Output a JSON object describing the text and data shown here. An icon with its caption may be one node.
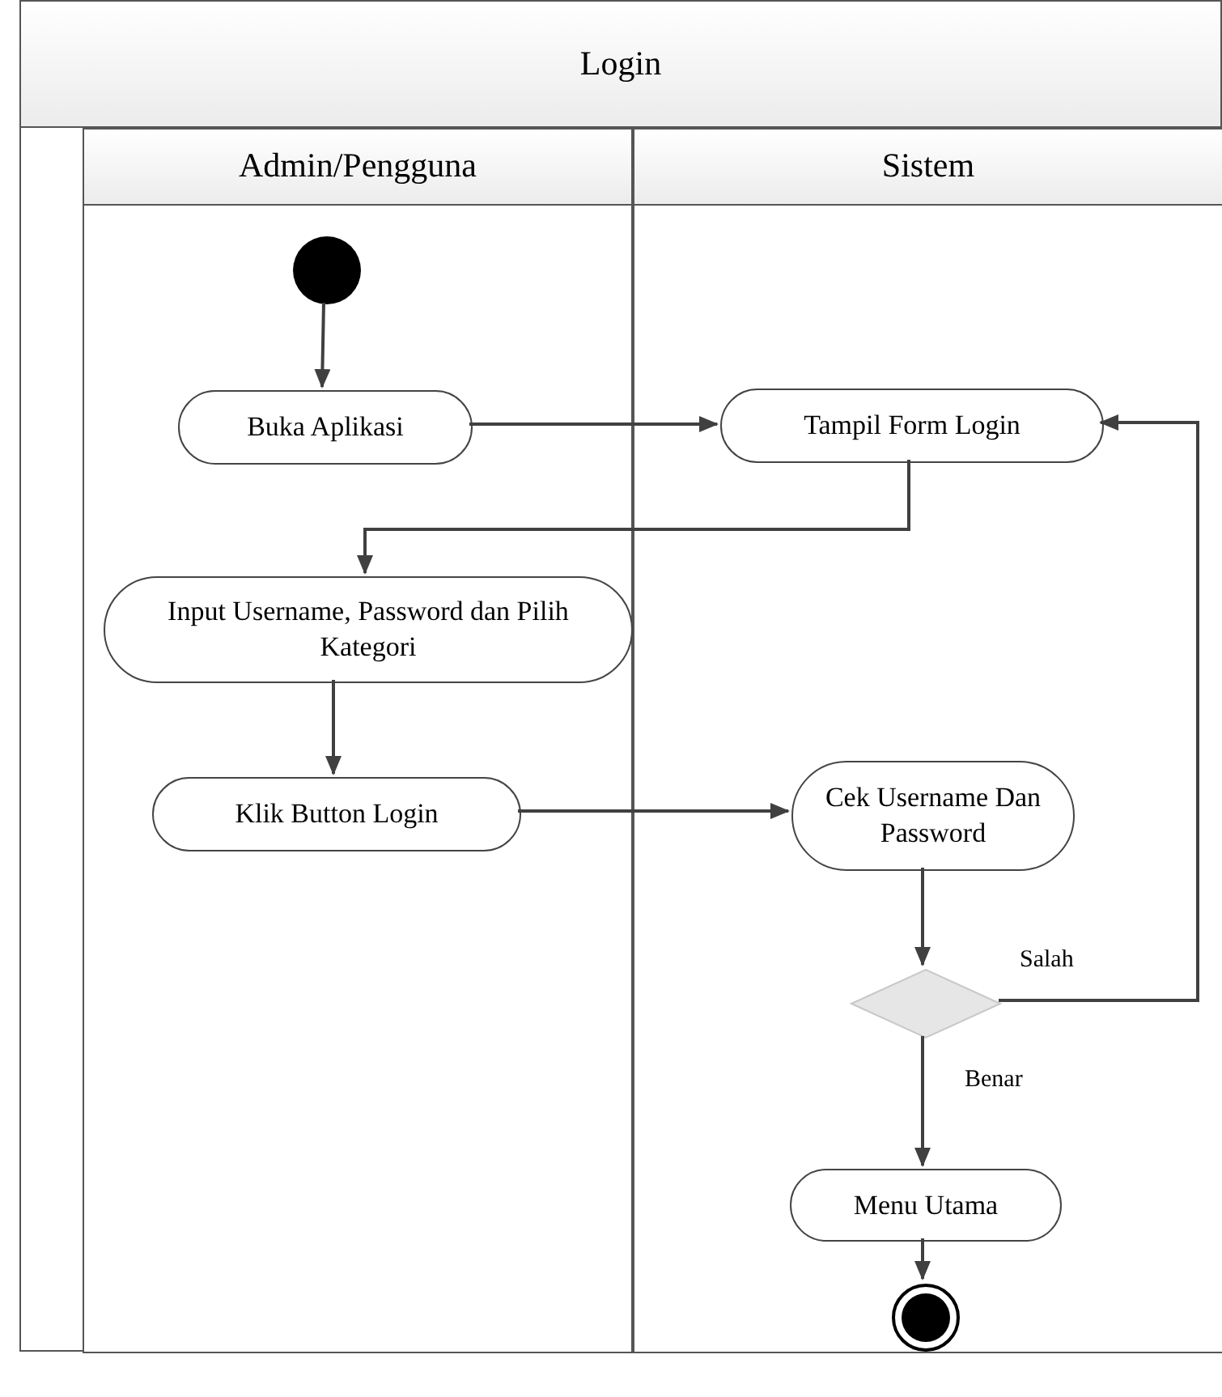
{
  "diagram": {
    "nodes": [
      {
        "text": [
          "Login"
        ]
      },
      {
        "text": [
          "Admin/Pengguna"
        ],
        "in": 0
      },
      {
        "text": [
          "Sistem"
        ],
        "in": 0
      },
      {
        "text": [],
        "shape": "circle",
        "in": 1
      },
      {
        "text": [
          "Buka Aplikasi"
        ],
        "in": 1
      },
      {
        "text": [
          "Tampil Form Login"
        ],
        "in": 2
      },
      {
        "text": [
          "Input Username, Password dan Pilih Kategori"
        ],
        "in": 1
      },
      {
        "text": [
          "Klik Button Login"
        ],
        "in": 1
      },
      {
        "text": [
          "Cek Username Dan Password"
        ],
        "in": 2
      },
      {
        "text": [],
        "shape": "diamond",
        "in": 2
      },
      {
        "text": [
          "Menu Utama"
        ],
        "in": 2
      },
      {
        "text": [],
        "shape": "bullseye",
        "in": 2
      }
    ],
    "edges": [
      {
        "from": 3,
        "to": 4,
        "arrow": "to"
      },
      {
        "from": 4,
        "to": 5,
        "arrow": "to"
      },
      {
        "from": 5,
        "to": 6,
        "arrow": "to"
      },
      {
        "from": 6,
        "to": 7,
        "arrow": "to"
      },
      {
        "from": 7,
        "to": 8,
        "arrow": "to"
      },
      {
        "from": 8,
        "to": 9,
        "arrow": "to"
      },
      {
        "from": 9,
        "to": 5,
        "arrow": "to",
        "label": "Salah"
      },
      {
        "from": 9,
        "to": 10,
        "arrow": "to",
        "label": "Benar"
      },
      {
        "from": 10,
        "to": 11,
        "arrow": "to"
      }
    ]
  }
}
